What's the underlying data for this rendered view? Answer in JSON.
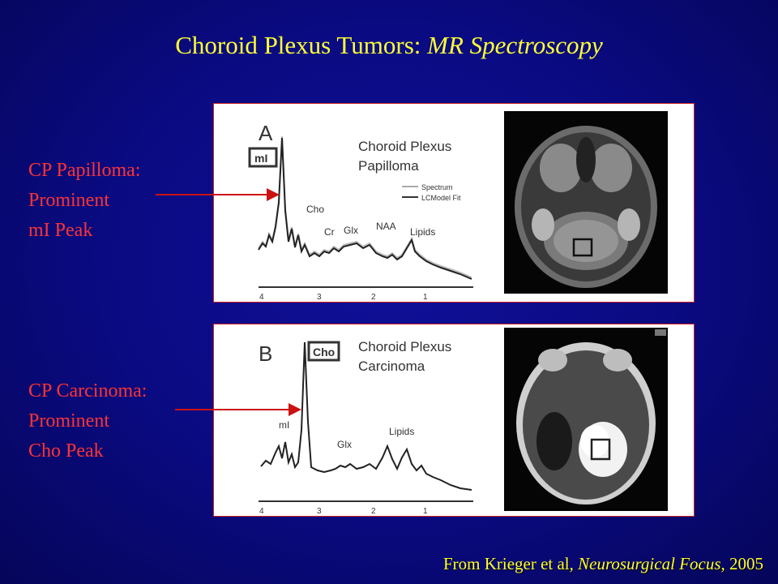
{
  "slide": {
    "title_main": "Choroid Plexus Tumors: ",
    "title_italic": "MR Spectroscopy",
    "credit_prefix": "From Krieger et al, ",
    "credit_journal": "Neurosurgical Focus",
    "credit_suffix": ", 2005"
  },
  "labels": {
    "papilloma": [
      "CP Papilloma:",
      "Prominent",
      "mI Peak"
    ],
    "carcinoma": [
      "CP Carcinoma:",
      "Prominent",
      "Cho Peak"
    ]
  },
  "panel_a": {
    "letter": "A",
    "box_label": "mI",
    "heading_1": "Choroid Plexus",
    "heading_2": "Papilloma",
    "legend_1": "Spectrum",
    "legend_2": "LCModel Fit",
    "peaks": [
      "Cho",
      "Cr",
      "Glx",
      "NAA",
      "Lipids"
    ],
    "axis_ticks": [
      "4",
      "3",
      "2",
      "1"
    ]
  },
  "panel_b": {
    "letter": "B",
    "box_label": "Cho",
    "heading_1": "Choroid Plexus",
    "heading_2": "Carcinoma",
    "peaks": [
      "mI",
      "Glx",
      "Lipids"
    ],
    "axis_ticks": [
      "4",
      "3",
      "2",
      "1"
    ]
  },
  "colors": {
    "background": "#0a0a80",
    "title": "#ffff33",
    "labels": "#ff3333",
    "arrow": "#cc1111"
  }
}
